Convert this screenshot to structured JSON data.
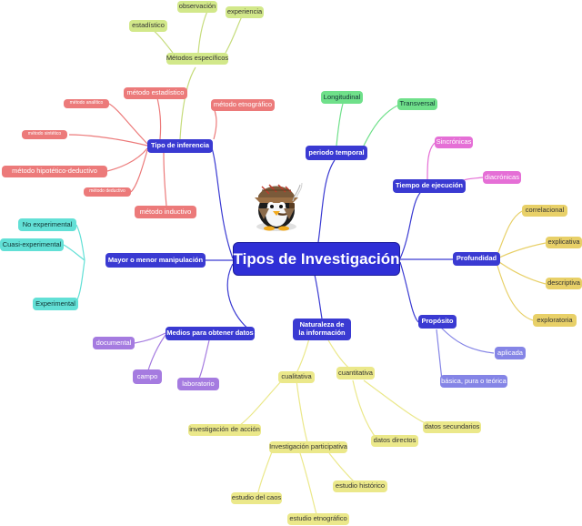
{
  "central": "Tipos de Investigación",
  "colors": {
    "central": "#2f2fd6",
    "branch": "#3a3ad2",
    "green": "#d2e88a",
    "red": "#ec7a7a",
    "teal": "#62e0d6",
    "purple": "#a57be0",
    "mint": "#6fe08a",
    "pink": "#e56fd6",
    "gold": "#e8d068",
    "violet": "#8585e6",
    "yellow": "#ebe88a"
  },
  "branches": {
    "metodos_especificos": {
      "label": "Métodos específicos",
      "children": [
        "observación",
        "experiencia",
        "estadístico"
      ]
    },
    "tipo_inferencia": {
      "label": "Tipo de inferencia",
      "children": [
        "método estadístico",
        "método etnográfico",
        "método analítico",
        "método sintético",
        "método hipotético-deductivo",
        "método deductivo",
        "método inductivo"
      ]
    },
    "periodo_temporal": {
      "label": "periodo temporal",
      "children": [
        "Longitudinal",
        "Transversal"
      ]
    },
    "tiempo_ejecucion": {
      "label": "Tiempo de ejecución",
      "children": [
        "Sincrónicas",
        "diacrónicas"
      ]
    },
    "profundidad": {
      "label": "Profundidad",
      "children": [
        "correlacional",
        "explicativa",
        "descriptiva",
        "exploratoria"
      ]
    },
    "manipulacion": {
      "label": "Mayor o menor manipulación",
      "children": [
        "No experimental",
        "Cuasi-experimental",
        "Experimental"
      ]
    },
    "medios": {
      "label": "Medios para obtener datos",
      "children": [
        "documental",
        "campo",
        "laboratorio"
      ]
    },
    "naturaleza": {
      "label": "Naturaleza de la información",
      "children": [
        "cualitativa",
        "cuantitativa"
      ],
      "cualitativa_children": [
        "investigación de acción",
        "Investigación participativa"
      ],
      "participativa_children": [
        "estudio del caos",
        "estudio etnográfico",
        "estudio histórico"
      ],
      "cuantitativa_children": [
        "datos directos",
        "datos secundarios"
      ]
    },
    "proposito": {
      "label": "Propósito",
      "children": [
        "aplicada",
        "básica, pura o teórica"
      ]
    }
  }
}
